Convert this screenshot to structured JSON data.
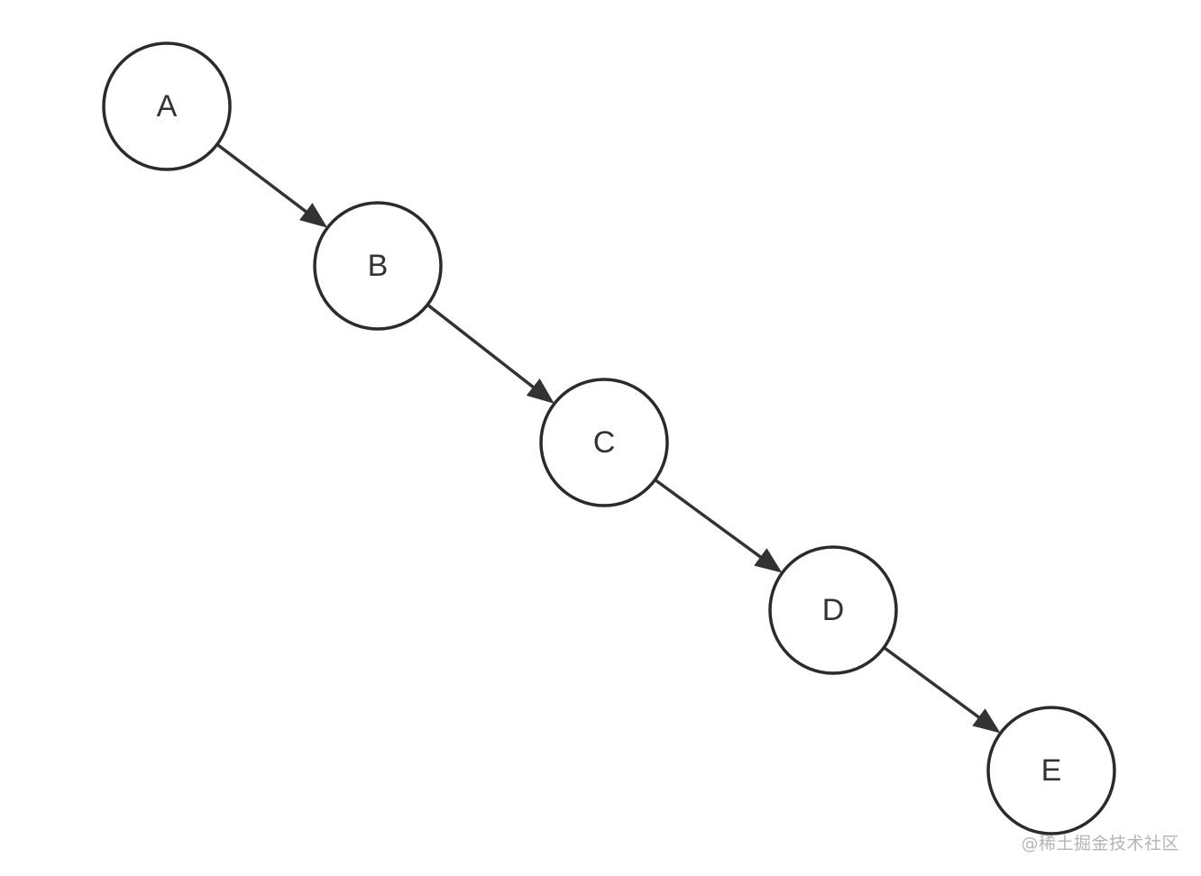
{
  "diagram": {
    "type": "linked-list",
    "nodes": [
      {
        "id": "A",
        "label": "A"
      },
      {
        "id": "B",
        "label": "B"
      },
      {
        "id": "C",
        "label": "C"
      },
      {
        "id": "D",
        "label": "D"
      },
      {
        "id": "E",
        "label": "E"
      }
    ],
    "edges": [
      {
        "from": "A",
        "to": "B"
      },
      {
        "from": "B",
        "to": "C"
      },
      {
        "from": "C",
        "to": "D"
      },
      {
        "from": "D",
        "to": "E"
      }
    ]
  },
  "colors": {
    "stroke": "#2b2b2b",
    "label": "#333333",
    "background": "#ffffff",
    "watermark": "#b5b5b5"
  },
  "watermark": {
    "text": "@稀土掘金技术社区"
  }
}
